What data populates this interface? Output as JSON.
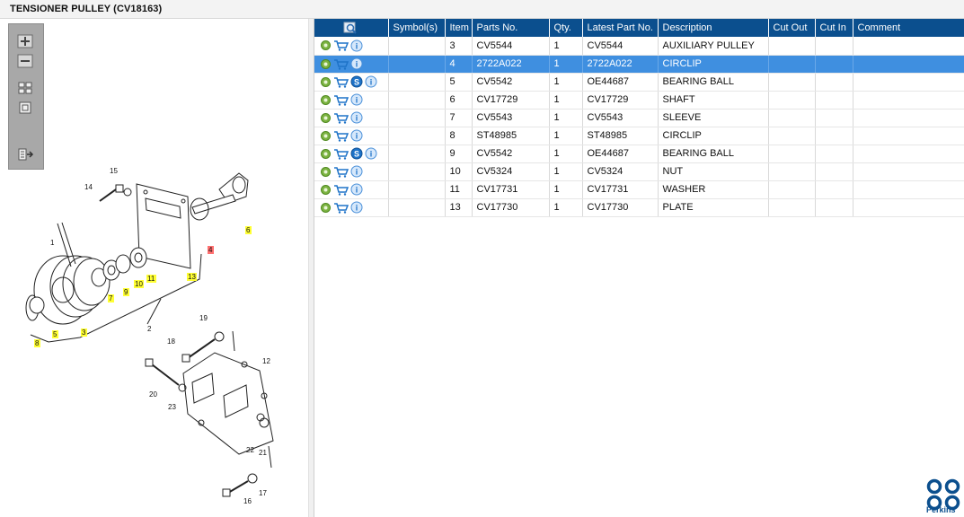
{
  "window": {
    "title": "TENSIONER PULLEY (CV18163)"
  },
  "toolbar": {
    "buttons": [
      {
        "icon": "zoom-in-icon"
      },
      {
        "icon": "zoom-out-icon"
      },
      {
        "icon": "fit-all-icon"
      },
      {
        "icon": "reset-view-icon"
      },
      {
        "icon": "export-icon"
      }
    ]
  },
  "diagram": {
    "callouts": [
      "1",
      "2",
      "3",
      "4",
      "5",
      "6",
      "7",
      "8",
      "9",
      "10",
      "11",
      "12",
      "13",
      "14",
      "15",
      "16",
      "17",
      "18",
      "19",
      "20",
      "21",
      "22",
      "23"
    ]
  },
  "table": {
    "columns": [
      "Symbol(s)",
      "Item",
      "Parts No.",
      "Qty.",
      "Latest Part No.",
      "Description",
      "Cut Out",
      "Cut In",
      "Comment"
    ],
    "rows": [
      {
        "item": "3",
        "parts_no": "CV5544",
        "qty": "1",
        "latest": "CV5544",
        "desc": "AUXILIARY PULLEY",
        "s": false,
        "selected": false
      },
      {
        "item": "4",
        "parts_no": "2722A022",
        "qty": "1",
        "latest": "2722A022",
        "desc": "CIRCLIP",
        "s": false,
        "selected": true
      },
      {
        "item": "5",
        "parts_no": "CV5542",
        "qty": "1",
        "latest": "OE44687",
        "desc": "BEARING BALL",
        "s": true,
        "selected": false
      },
      {
        "item": "6",
        "parts_no": "CV17729",
        "qty": "1",
        "latest": "CV17729",
        "desc": "SHAFT",
        "s": false,
        "selected": false
      },
      {
        "item": "7",
        "parts_no": "CV5543",
        "qty": "1",
        "latest": "CV5543",
        "desc": "SLEEVE",
        "s": false,
        "selected": false
      },
      {
        "item": "8",
        "parts_no": "ST48985",
        "qty": "1",
        "latest": "ST48985",
        "desc": "CIRCLIP",
        "s": false,
        "selected": false
      },
      {
        "item": "9",
        "parts_no": "CV5542",
        "qty": "1",
        "latest": "OE44687",
        "desc": "BEARING BALL",
        "s": true,
        "selected": false
      },
      {
        "item": "10",
        "parts_no": "CV5324",
        "qty": "1",
        "latest": "CV5324",
        "desc": "NUT",
        "s": false,
        "selected": false
      },
      {
        "item": "11",
        "parts_no": "CV17731",
        "qty": "1",
        "latest": "CV17731",
        "desc": "WASHER",
        "s": false,
        "selected": false
      },
      {
        "item": "13",
        "parts_no": "CV17730",
        "qty": "1",
        "latest": "CV17730",
        "desc": "PLATE",
        "s": false,
        "selected": false
      }
    ]
  },
  "brand": {
    "name": "Perkins",
    "color": "#0b4f8e"
  },
  "colors": {
    "header": "#0b4f8e",
    "selected_row": "#3f8fe0",
    "callout_highlight": "#ffff33",
    "callout_selected": "#ff7070"
  }
}
